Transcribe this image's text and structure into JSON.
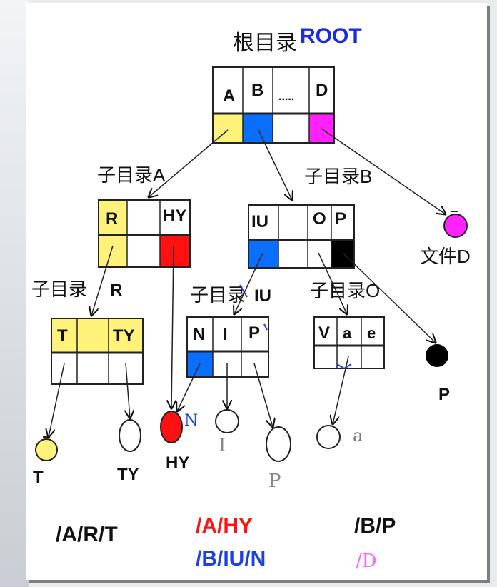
{
  "root": {
    "title_cn": "根目录",
    "title_en": "ROOT",
    "cells": [
      "A",
      "B",
      ".....",
      "D"
    ]
  },
  "dir_a": {
    "label": "子目录A",
    "cells": [
      "R",
      "",
      "HY"
    ]
  },
  "dir_b": {
    "label": "子目录B",
    "cells": [
      "IU",
      "",
      "O",
      "P"
    ]
  },
  "dir_r": {
    "label_cn": "子目录",
    "label_en": "R",
    "cells": [
      "T",
      "",
      "TY"
    ]
  },
  "dir_iu": {
    "label_cn": "子目录",
    "label_en": "IU",
    "cells": [
      "N",
      "I",
      "P"
    ]
  },
  "dir_o": {
    "label": "子目录O",
    "cells": [
      "V",
      "a",
      "e"
    ]
  },
  "files": {
    "d": "文件D",
    "p_black": "P",
    "t": "T",
    "ty": "TY",
    "hy": "HY",
    "n_mark": "N",
    "i": "I",
    "p": "P",
    "a": "a"
  },
  "paths": {
    "art": "/A/R/T",
    "ahy": "/A/HY",
    "bp": "/B/P",
    "biun": "/B/IU/N",
    "d": "/D"
  },
  "colors": {
    "yellow": "#fff27a",
    "blue": "#0a6fff",
    "magenta": "#ff22ff",
    "red": "#ff1111",
    "black": "#000000",
    "path_blue": "#1d3fe6",
    "path_pink": "#ff66ff",
    "title_blue": "#1a2be0"
  }
}
